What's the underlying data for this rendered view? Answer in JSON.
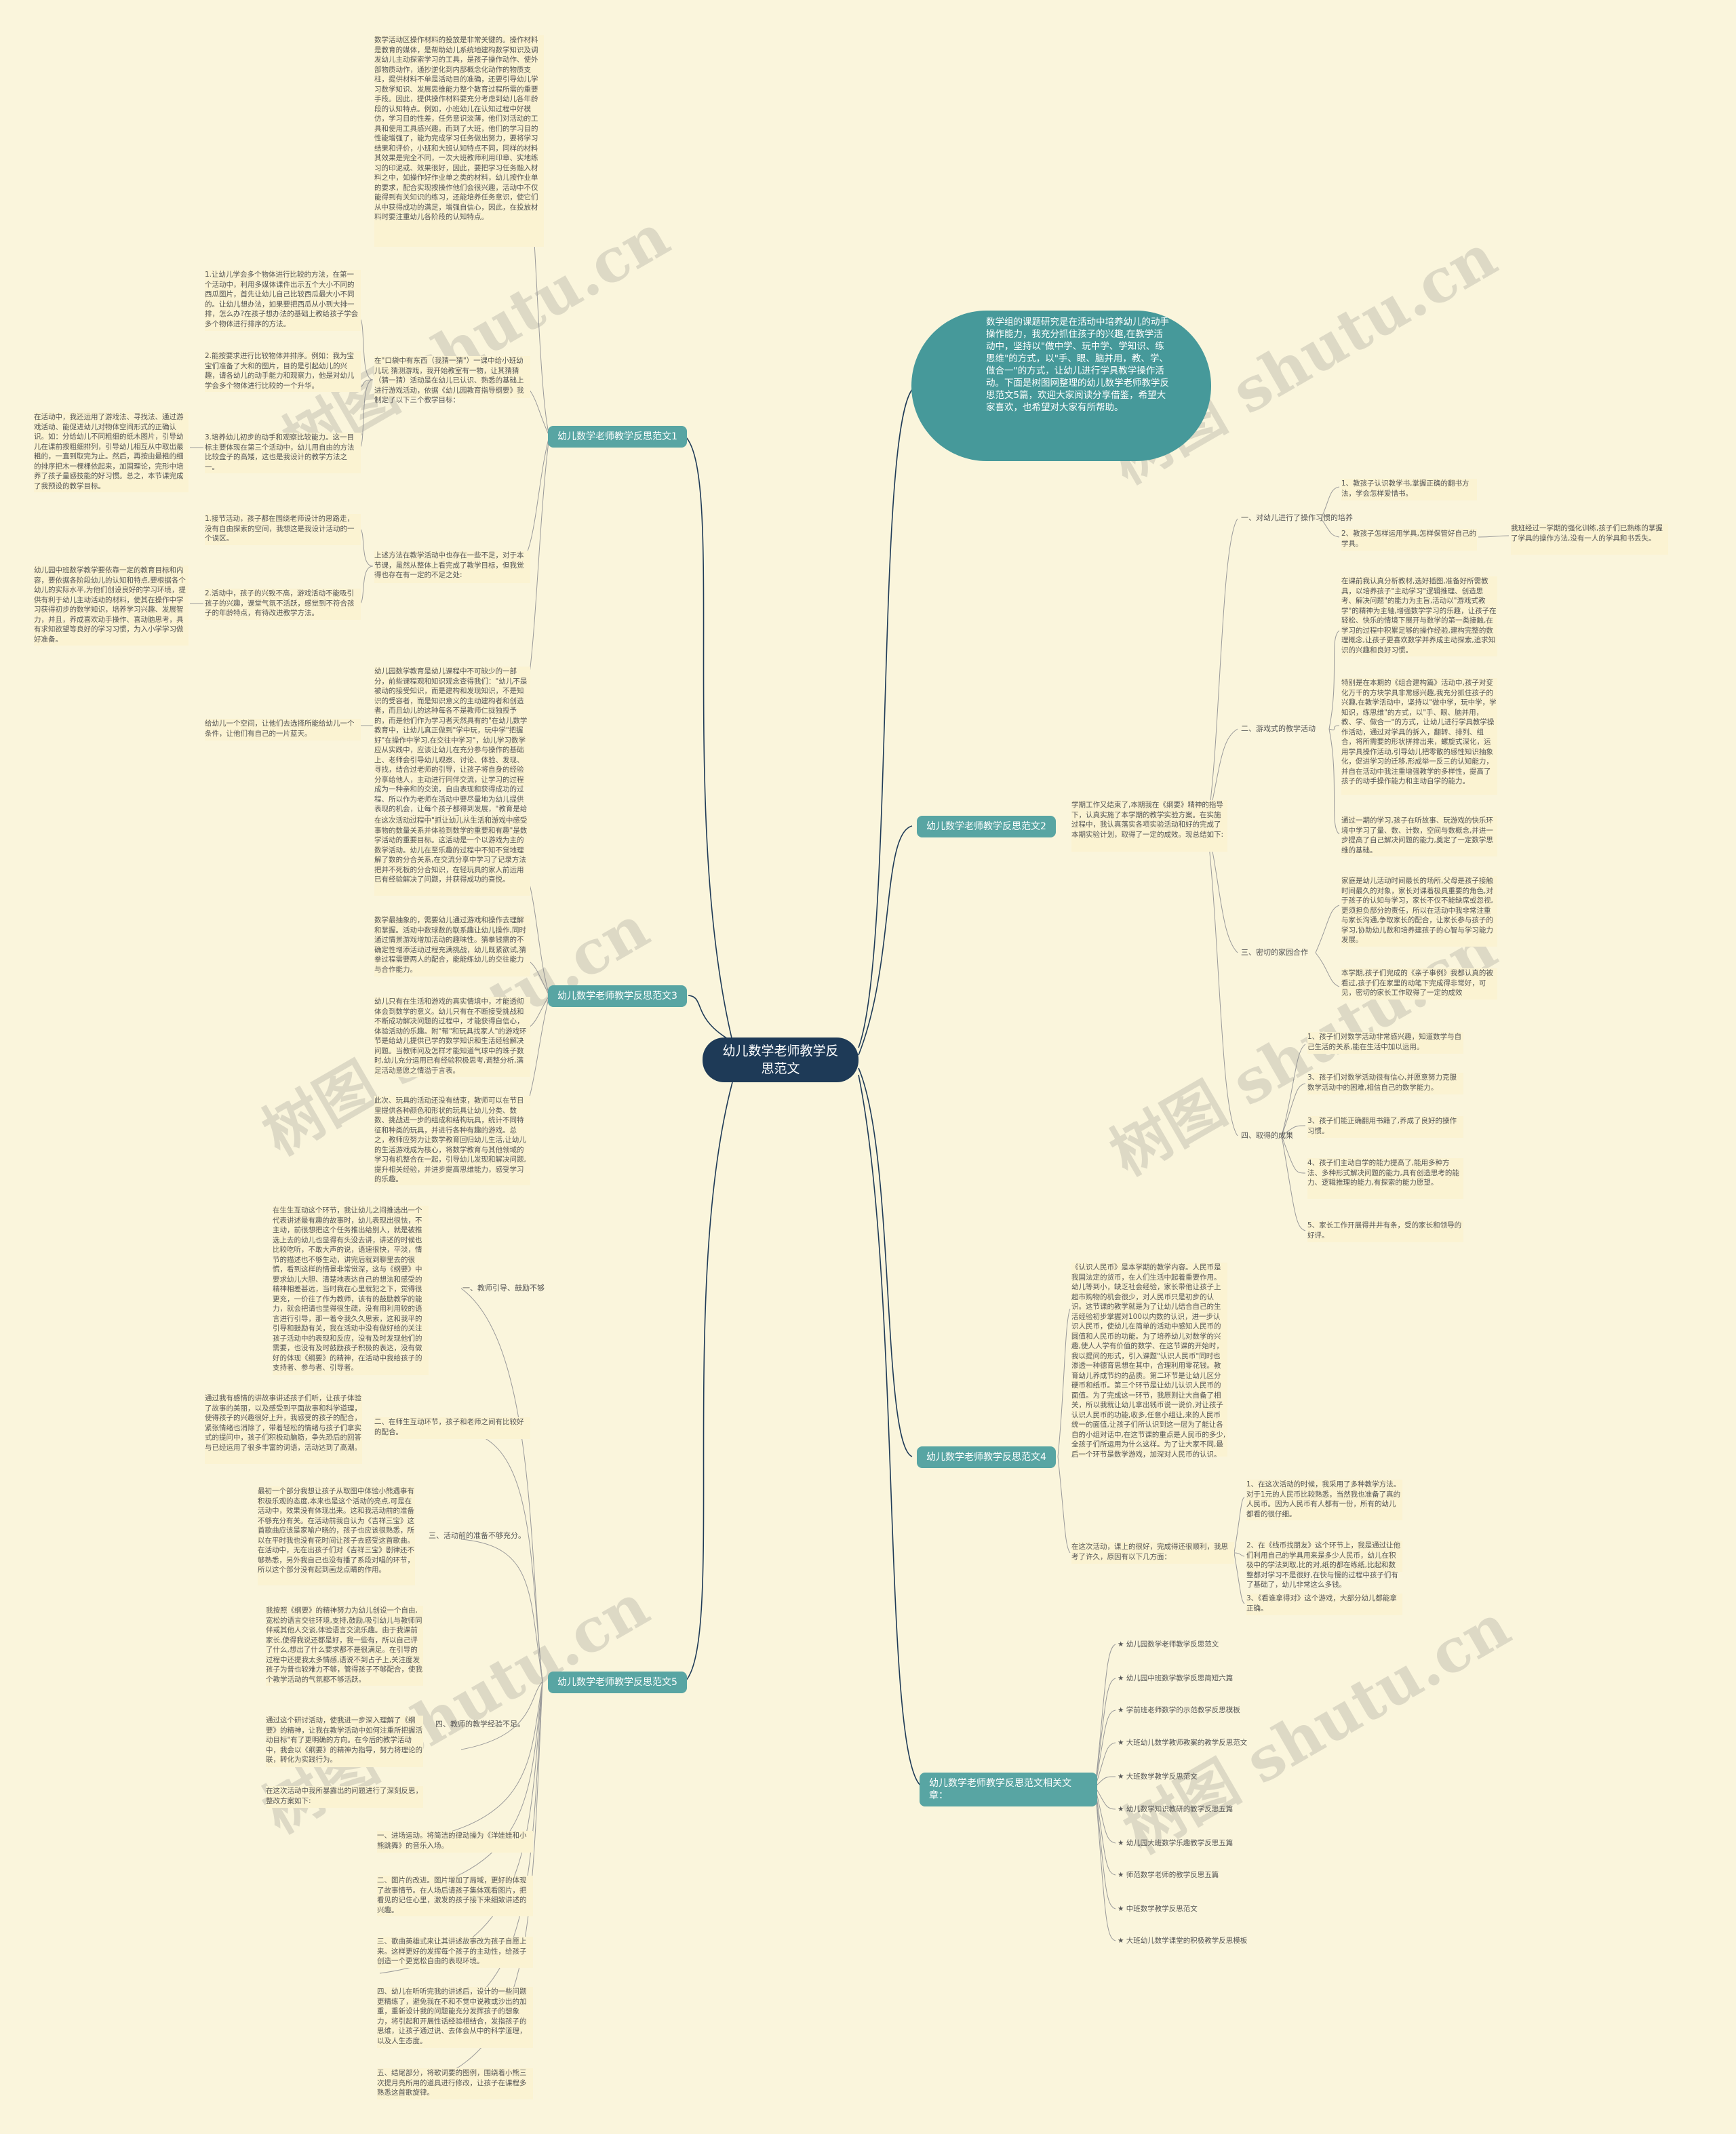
{
  "root": "幼儿数学老师教学反思范文",
  "intro": "数学组的课题研究是在活动中培养幼儿的动手操作能力，我充分抓住孩子的兴趣,在教学活动中，坚持以\"做中学、玩中学、学知识、练思维\"的方式，以\"手、眼、脑并用，教、学、做合一\"的方式，让幼儿进行学具教学操作活动。下面是树图网整理的幼儿数学老师教学反思范文5篇，欢迎大家阅读分享借鉴，希望大家喜欢，也希望对大家有所帮助。",
  "branches": {
    "b1": "幼儿数学老师教学反思范文1",
    "b2": "幼儿数学老师教学反思范文2",
    "b3": "幼儿数学老师教学反思范文3",
    "b4": "幼儿数学老师教学反思范文4",
    "b5": "幼儿数学老师教学反思范文5",
    "b6": "幼儿数学老师教学反思范文相关文章："
  },
  "b1": {
    "t1": "数学活动区操作材料的投放是非常关键的。操作材料是教育的媒体，是帮助幼儿系统地建构数学知识及调发幼儿主动探索学习的工具，是孩子操作动作、使外部物质动作，通抄逆化到内部概念化动作的物质支柱，提供材料不单是活动目的准确，还要引导幼儿学习数学知识、发展思维能力整个教育过程所需的重要手段。因此，提供操作材料要充分考虑到幼儿各年龄段的认知特点。例如，小班幼儿在认知过程中好模仿，学习目的性差，任务意识淡薄，他们对活动的工具和使用工具感兴趣。而到了大班，他们的学习目的性能增强了，能为完成学习任务做出努力，要将学习结果和评价，小班和大班认知特点不同，同样的材料其效果是完全不同，一次大班教师利用印章、实地练习的印泥或、效果很好，因此，要把学习任务融入材料之中，如操作好作业单之类的材料，幼儿按作业单的要求，配合实现按操作他们会很兴趣，活动中不仅能得到有关知识的练习，还能培养任务意识，使它们从中获得成功的满足，增强自信心，因此，在投放材料时要注重幼儿各阶段的认知特点。",
    "t2": "在\"口袋中有东西（我猜一猜\"）一课中给小班幼儿玩 猜测游戏，我开始教室有一物，让其猜猜（猜一猜）活动是在幼儿已认识、熟悉的基础上进行游戏活动，依据《幼儿园教育指导纲要》我制定了以下三个教学目标：",
    "s1": "1.让幼儿学会多个物体进行比较的方法，在第一个活动中，利用多媒体课件出示五个大小不同的西瓜图片，首先让幼儿自己比较西瓜最大小不同的。让幼儿想办法，如果要把西瓜从小到大排一排，怎么办?在孩子想办法的基础上教给孩子学会多个物体进行排序的方法。",
    "s2": "2.能按要求进行比较物体并排序。例如：我为宝宝们准备了大和的图片，目的是引起幼儿的兴趣，请各幼儿的动手能力和观察力，他是对幼儿学会多个物体进行比较的一个升华。",
    "s3": "3.培养幼儿初步的动手和观察比较能力。这一目标主要体现在第三个活动中，幼儿用自由的方法比较盒子的高矮，这也是我设计的教学方法之一。",
    "s3left": "在活动中，我还运用了游戏法、寻找法、通过游戏活动、能促进幼儿对物体空间形式的正确认识。如：分给幼儿不同粗细的纸木图片，引导幼儿在课前按粗细排列，引导幼儿相互从中取出最粗的，一直到取完为止。然后，再按由最粗的细的排序把木一棵棵依起来，加固理论，完形中培养了孩子量感技能的好习惯。总之，本节课完成了我预设的教学目标。",
    "t3": "上述方法在教学活动中也存在一些不足，对于本节课，虽然从整体上看完成了教学目标，但我觉得也存在有一定的不足之处:",
    "n1": "1.接节活动，孩子都在围绕老师设计的思路走，没有自由探索的空间，我想这是我设计活动的一个误区。",
    "n2": "2.活动中，孩子的兴致不高，游戏活动不能吸引孩子的兴趣，课堂气氛不活跃，感觉到不符合孩子的年龄特点，有待改进教学方法。",
    "n2left": "幼儿园中班数学教学要依靠一定的教育目标和内容，要依据各阶段幼儿的认知和特点,要根据各个幼儿的实际水平,为他们创设良好的学习环境，提供有利于幼儿主动活动的材料，使其在操作中学习获得初步的数学知识，培养学习兴趣、发展智力，并且，养成喜欢动手操作、喜动脑思考，具有求知欲望等良好的学习习惯，为入小学学习做好准备。",
    "t4": "幼儿园数学教育是幼儿课程中不可缺少的一部分，前些课程观和知识观念查得我们：\"幼儿不是被动的接受知识，而是建构和发现知识，不是知识的受容者，而是知识意义的主动建构者和创造者，而且幼儿的这种每各不是教师仁拢独授予的，而是他们作为学习者天然具有的\"在幼儿数学教育中，让幼儿真正做到\"学中玩，玩中学\"把握好\"在操作中学习,在交往中学习\"，幼儿学习数学应从实践中，应该让幼儿在充分参与操作的基础上、老师会引导幼儿观察、讨论、体验、发现、寻找，结合过老师的引导，让孩子将自身的经验分享给他人，主动进行同伴交流，让学习的过程成为一种亲和的交流，自由表现和获得成功的过程、所以作为老师在活动中要尽量地为幼儿提供表现的机会，让每个孩子都得到发展，\"教育是给人以自由，发展是一种享受\"让幼儿在活动中交流、合作，进一步建构数学的意义，在这一过程中，老师应注意以下几点：",
    "t4left": "给幼儿一个空间，让他们去选择所能给幼儿一个条件，让他们有自己的一片蓝天。"
  },
  "b2": {
    "intro": "学期工作又结束了,本期我在《纲要》精神的指导下，认真实施了本学期的教学实验方案。在实施过程中，我认真落实各项实验活动和好的完成了本期实验计划，取得了一定的成效。现总结如下:",
    "c1": "一、对幼儿进行了操作习惯的培养",
    "c1a": "1、教孩子认识教学书,掌握正确的翻书方法，学会怎样爱惜书。",
    "c1b": "2、教孩子怎样运用学具,怎样保管好自己的学具。",
    "c1bnote": "我班经过一学期的强化训练,孩子们已熟练的掌握了学具的操作方法,没有一人的学具和书丢失。",
    "c2": "二、游戏式的教学活动",
    "c2a": "在课前我认真分析教材,选好插图,准备好所需教具，以培养孩子\"主动学习\"逻辑推理、创造思考、解决问题\"的能力为主旨,活动以\"游戏式教学\"的精神为主轴,增强数学学习的乐趣，让孩子在轻松、快乐的情境下展开与数学的第一类接触,在学习的过程中积累足够的操作经验,建构完整的数理概念,让孩子更喜欢数学并养成主动探索,追求知识的兴趣和良好习惯。",
    "c2b": "特别是在本期的《组合建构篇》活动中,孩子对变化万千的方块学具非常感兴趣,我充分抓住孩子的兴趣,在教学活动中，坚持以\"做中学，玩中学，学知识，练思维\"的方式，以\"手、眼、脑并用，教、学、做合一\"的方式，让幼儿进行学具教学操作活动，通过对学具的拆入，翻转、排列、组合，将所需要的形状拼排出来，螺旋式深化，运用学具操作活动,引导幼儿把零散的感性知识抽象化，促进学习的迁移,形成举一反三的认知能力，并自在活动中我注重增强教学的多样性，提高了孩子的动手操作能力和主动自学的能力。",
    "c2c": "通过一期的学习,孩子在听故事、玩游戏的快乐环境中学习了量、数、计数，空间与数概念,并进一步提高了自己解决问题的能力,奠定了一定数学思维的基础。",
    "c3": "三、密切的家园合作",
    "c3a": "家庭是幼儿活动时间最长的场所,父母是孩子接触时间最久的对象，家长对课着极具重要的角色,对于孩子的认知与学习，家长不仅不能缺席或忽视,更须担负部分的责任，所以在活动中我非常注重与家长沟通,争取家长的配合，让家长参与孩子的学习,协助幼儿数和培养建孩子的心智与学习能力发展。",
    "c3b": "本学期,孩子们完成的《亲子事例》我都认真的被看过,孩子们在家里的动笔下完成得非常好，可见，密切的家长工作取得了一定的成效",
    "c4": "四、取得的成果",
    "c4a": "1、孩子们对数学活动非常感兴趣，知道数学与自己生活的关系,能在生活中加以运用。",
    "c4b": "3、孩子们对数学活动很有信心,并愿意努力克服数学活动中的困难,相信自己的数学能力。",
    "c4c": "3、孩子们能正确翻用书籍了,养成了良好的操作习惯。",
    "c4d": "4、孩子们主动自学的能力提高了,能用多种方法、多种形式解决问题的能力,具有创造思考的能力、逻辑推理的能力,有探索的能力愿望。",
    "c4e": "5、家长工作开展得井井有条，受的家长和领导的好评。"
  },
  "b3": {
    "t1": "在这次活动过程中\"抓让幼儿从生活和游戏中感受事物的数量关系并体验到数学的重要和有趣\"是数学活动的重要目标。这活动是一个以游戏为主的数学活动。幼儿在至乐趣的过程中不知不觉地理解了数的分合关系,在交流分享中学习了记录方法把并不死板的分合知识，在轻玩具的家人前运用已有经验解决了问题，并获得成功的喜悦。",
    "t2": "数学最抽象的，需要幼儿通过游戏和操作去理解和掌握。活动中数球数的联系趣让幼儿操作,同时通过情景游戏增加活动的趣味性。猜拳钱需的不确定性增添活动过程充满挑战，幼儿既紧欲试,猜拳过程需要两人的配合，能能练幼儿的交往能力与合作能力。",
    "t3": "幼儿只有在生活和游戏的真实情境中，才能透彻体会到数学的意义。幼儿只有在不断接受挑战和不断成功解决问题的过程中，才能获得自信心，体验活动的乐趣。附\"帮\"和玩具找家人\"的游戏环节是给幼儿提供已学的数学知识和生活经验解决问题。当教师问及怎样才能知道气球中的珠子数时,幼儿充分运用已有经验积极思考,调整分析,满足活动意愿之情溢于言表。",
    "t4": "此次、玩具的活动还没有结束，教师可以在节日里提供各种颜色和形状的玩具让幼儿分类、数数、挑战进一步的组成和结构玩具，统计不同特征和种类的玩具，并进行各种有趣的游戏。总之，教师应努力让数学教育回归幼儿生活,让幼儿的生活游戏成为核心，将数学教育与其他领域的学习有机整合在一起，引导幼儿发现和解决问题,提升相关经验，并进步提高思维能力，感受学习的乐趣。"
  },
  "b4": {
    "t1": "《认识人民币》是本学期的教学内容。人民币是我国法定的货币，在人们生活中起着重要作用。幼儿等到小，缺乏社会经验，家长带他让孩子上超市购物的机会很少，对人民币只是初步的认识。这节课的教学就是为了让幼儿结合自己的生活经验初步掌握对100以内数的认识，进一步认识人民币，使幼儿在简单的活动中感知人民币的圆值和人民币的功能。为了培养幼儿对数学的兴趣,使人人学有价值的数学、在这节课的开始时，我以提问的形式，引入课题\"认识人民币\"同时也渗透一种德育思想在其中，合理利用零花钱。教育幼儿养成节约的品质。第二环节是让幼儿区分硬币和纸币。第三个环节是让幼儿认识人民币的面值。为了完成这一环节，我原则让大自备了相关，所以我就让幼儿拿出钱币说一说价,对让孩子认识人民币的功能,收多,任意小组让,来的人民币统一的面值,让孩子们所认识到这一层为了能让各自的小组对话中,在这节课的重点是人民币的多少,全孩子们所运用为什么这样。为了让大家不同,最后一个环节是数学游戏，加深对人民币的认识。",
    "t2": "在这次活动，课上的很好，完成得还很顺利，我思考了许久，原因有以下几方面：",
    "r1": "1、在这次活动的时候，我采用了多种教学方法。对于1元的人民币比较熟悉，当然我也准备了真的人民币。因为人民币有人都有一份，所有的幼儿都看的很仔细。",
    "r2": "2、在《线币找朋友》这个环节上，我是通过让他们利用自己的学具用来是多少人民币，幼儿在积极中的学法到取,比的对,纸的都在练纸,比起和数整都对学习不是很好,在快与慢的过程中孩子们有了基础了，幼儿非常这么多钱。",
    "r3": "3、《看谁拿得对》这个游戏，大部分幼儿都能拿正确。"
  },
  "b5": {
    "a_label": "一、教师引导、鼓励不够",
    "a": "在生生互动这个环节，我让幼儿之间推选出一个代表讲述最有趣的故事时，幼儿表现出很怯，不主动，前很想把这个任务推出给别人，就是被推选上去的幼儿也显得有头没去讲，讲述的时候也比较吃听，不敢大声的说，语速很快，平淡，情节的描述也不够生动，讲完后就到聊里去的很慌，看到这样的情景非常觉深，这与《纲要》中要求幼儿大胆、清楚地表达自己的想法和感受的精神相差甚远，当时我在心里就犯之下，觉得很更充，一价往了作为教师，该有的鼓励教学的能力，就会把请也显得很生疏，没有用利用较的语言进行引导，那一着令我久久思索，这和我平的引导和鼓励有关，我在活动中没有做好给的关注孩子活动中的表现和反应，没有及时发现他们的需要，也没有及时鼓励孩子积极的表达，没有做好的体现《纲要》的精神，在活动中我给孩子的支持者、参与者、引导者。",
    "b_label": "二、在师生互动环节，孩子和老师之间有比较好的配合。",
    "b": "通过我有感情的讲故事讲述孩子们听，让孩子体验了故事的美丽，以及感受到平面故事和科学道理，使得孩子的兴趣很好上升，我感受的孩子的配合，紧张情绪也消除了，带着轻松的情绪与孩子们拿实式的提问中，孩子们积极动脑筋，争先恐后的回答与已经运用了很多丰富的词语，活动达到了高潮。",
    "c_label": "三、活动前的准备不够充分。",
    "c": "最初一个部分我想让孩子从取图中体验小熊遇事有积极乐观的态度,本来也是这个活动的亮点,可是在活动中，效果没有体现出来。这和我活动前的准备不够充分有关。在活动前我自认为《吉祥三宝》这首歌曲应该是家喻户晓的，孩子也应该很熟悉，所以在平时我也没有花时间让孩子去感受这首歌曲。在活动中，无在出孩子们对《吉祥三宝》剧律还不够熟悉，另外我自己也没有播了系段对唱的环节，所以这个部分没有起到画龙点睛的作用。",
    "d_label": "四、教师的教学经验不足。",
    "d": "我按照《纲要》的精神努力为幼儿创设一个自由,宽松的语言交往环境,支持,鼓励,吸引幼儿与教师同伴或其他人交谈,体验语言交流乐趣。由于我课前家长,使得我说还都是好，我一些有，所以自己评了什么,想出了什么要求都不是很满足。在引导的过程中还提我太多情感,语说不到占子上,关注度发孩子为普也较难力不够，管得孩子不够配合，使我个教学活动的气氛都不够活跃。",
    "dnote": "通过这个研讨活动，使我进一步深入理解了《纲要》的精神，让我在教学活动中如何注重所把握活动目标\"有了更明确的方向。在今后的教学活动中，我会以《纲要》的精神为指导，努力将理论的联，转化为实践行为。",
    "dnote2": "在这次活动中我所暴露出的问题进行了深刻反思，整改方案如下:",
    "e1": "一、进场运动。将简洁的律动操为《洋娃娃和小熊跳舞》的音乐入场。",
    "e2": "二、图片的改进。图片增加了局域，更好的体现了故事情节。在人场后请孩子集体观看图片，把看见的记住心里，激发的孩子接下来细致讲述的兴趣。",
    "e3": "三、歌曲英雄式来让其讲述故事改为孩子自愿上来。这样更好的发挥每个孩子的主动性，给孩子创造一个更宽松自由的表现环境。",
    "e4": "四、幼儿在听听完我的讲述后，设计的一些问题更精练了，避免我在不和不觉中说教或沙出的加重，重新设计我的问题能充分发挥孩子的想象力，将引起和开展性话经验相结合，发指孩子的思维，让孩子通过说、去体会从中的科学道理，以及人生态度。",
    "e5": "五、结尾部分，将歌词要的图例，围绕着小熊三次提月亮所用的道具进行修改，让孩子在课程多熟悉这首歌旋律。"
  },
  "related": [
    "幼儿园数学老师教学反思范文",
    "幼儿园中班数学教学反思简短六篇",
    "学前班老师数学的示范教学反思模板",
    "大班幼儿数学教师教案的教学反思范文",
    "大班数学教学反思范文",
    "幼儿数学知识教研的教学反思五篇",
    "幼儿园大班数学乐趣教学反思五篇",
    "师范数学老师的教学反思五篇",
    "中班数学教学反思范文",
    "大班幼儿数学课堂的积极教学反思模板"
  ],
  "watermark": "树图 shutu.cn"
}
